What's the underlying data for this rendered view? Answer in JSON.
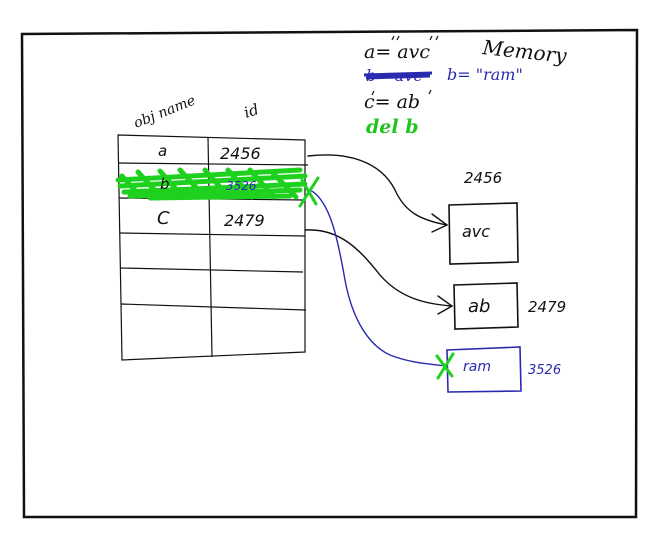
{
  "notes": {
    "line1": "a= avc",
    "line2_struck": "b= ave",
    "line2_new": "b= \"ram\"",
    "line3": "c= ab",
    "line4": "del b"
  },
  "memory_title": "Memory",
  "table": {
    "header_name": "obj name",
    "header_id": "id",
    "rows": [
      {
        "name": "a",
        "id": "2456"
      },
      {
        "name": "b",
        "id": "3526"
      },
      {
        "name": "C",
        "id": "2479"
      }
    ]
  },
  "memory_objects": [
    {
      "value": "avc",
      "id": "2456"
    },
    {
      "value": "ab",
      "id": "2479"
    },
    {
      "value": "ram",
      "id": "3526"
    }
  ],
  "colors": {
    "ink": "#111111",
    "blue": "#2a2ab0",
    "green": "#1fd11f",
    "green_text": "#22c422"
  }
}
